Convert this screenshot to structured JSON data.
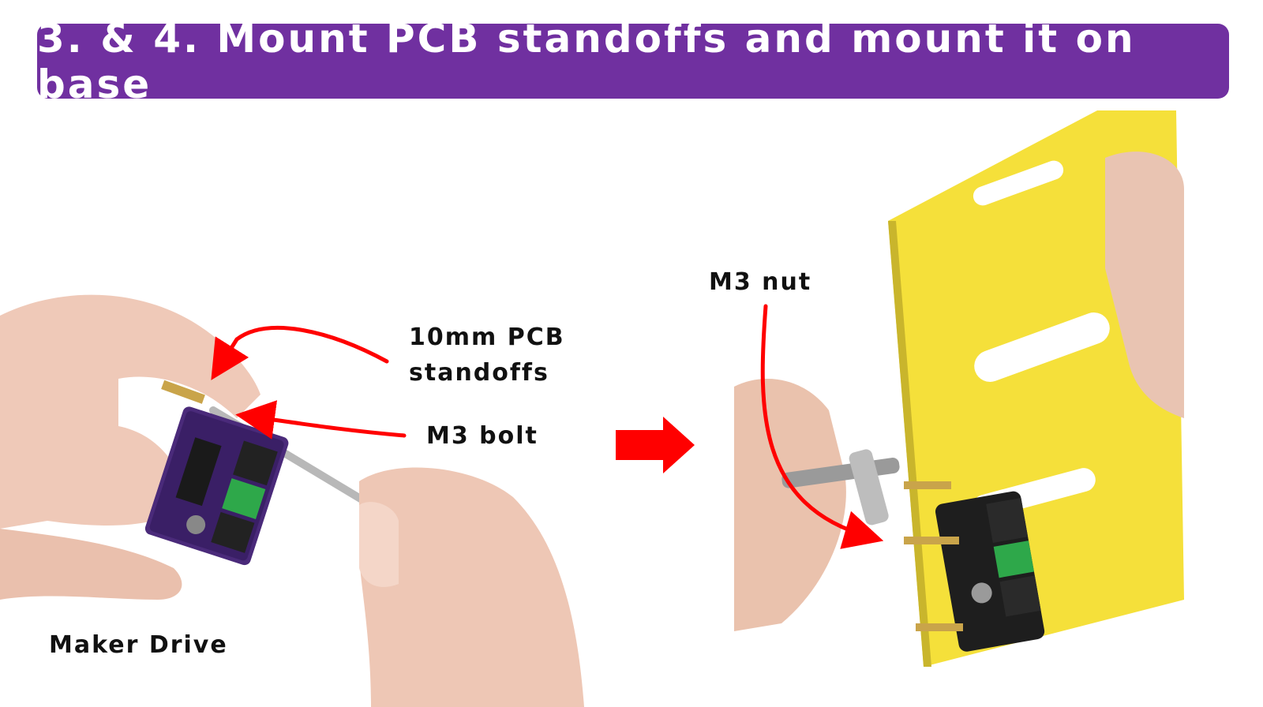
{
  "banner": {
    "title": "3. & 4. Mount PCB standoffs and mount it on base"
  },
  "labels": {
    "standoffs_line1": "10mm PCB",
    "standoffs_line2": "standoffs",
    "bolt": "M3 bolt",
    "nut": "M3 nut",
    "maker": "Maker Drive"
  },
  "colors": {
    "banner": "#7030a0",
    "arrow": "#ff0000",
    "plate_yellow": "#f5e03a",
    "pcb_purple": "#4a2a7a",
    "terminal_green": "#2ea84a"
  }
}
